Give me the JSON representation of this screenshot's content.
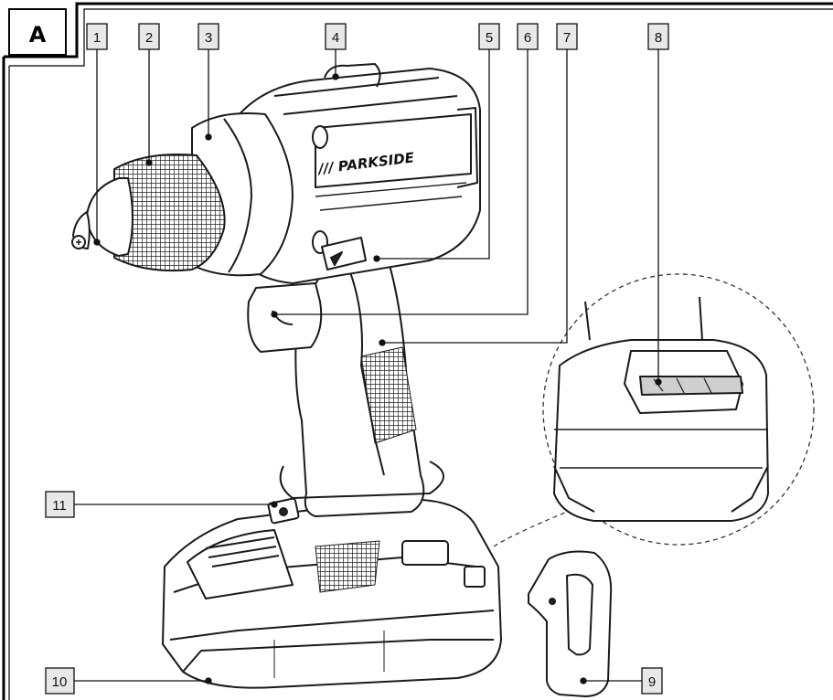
{
  "section_label": "A",
  "brand": "/// PARKSIDE",
  "callouts": [
    {
      "number": "1"
    },
    {
      "number": "2"
    },
    {
      "number": "3"
    },
    {
      "number": "4"
    },
    {
      "number": "5"
    },
    {
      "number": "6"
    },
    {
      "number": "7"
    },
    {
      "number": "8"
    },
    {
      "number": "9"
    },
    {
      "number": "10"
    },
    {
      "number": "11"
    }
  ]
}
